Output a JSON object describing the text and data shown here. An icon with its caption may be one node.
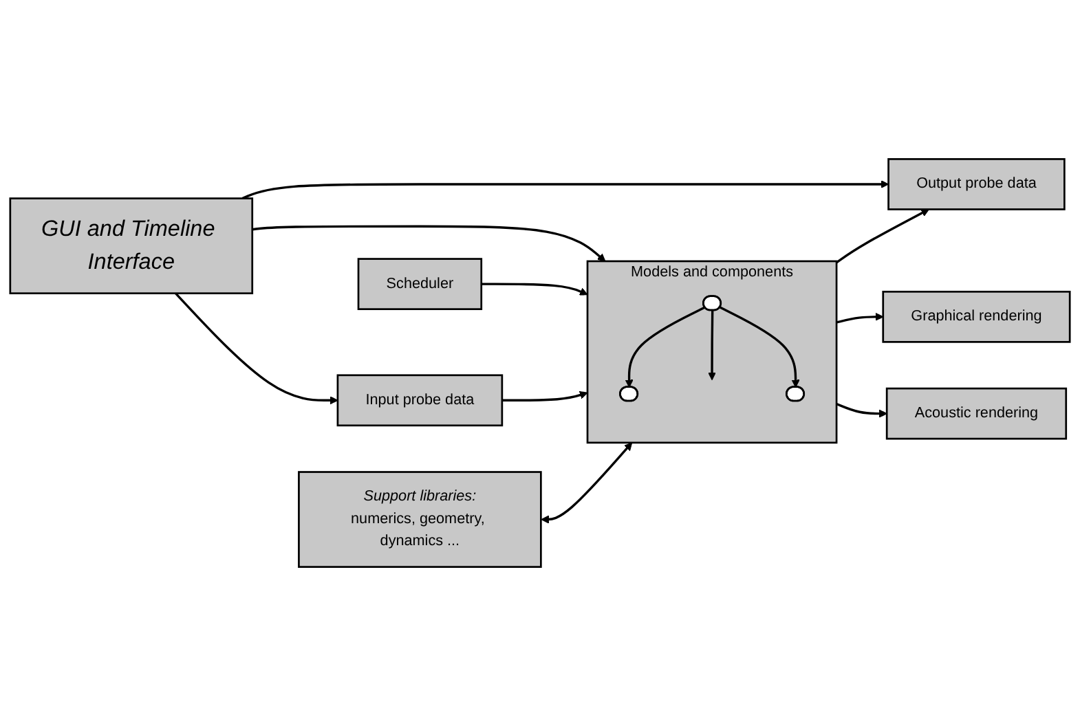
{
  "diagram": {
    "nodes": [
      {
        "text": [
          "GUI and Timeline Interface"
        ]
      },
      {
        "text": [
          "Scheduler"
        ]
      },
      {
        "text": [
          "Input probe data"
        ]
      },
      {
        "text": [
          "Models and components"
        ]
      },
      {
        "text": [
          "Output probe data"
        ]
      },
      {
        "text": [
          "Support libraries:",
          "numerics, geometry, dynamics ..."
        ]
      },
      {
        "text": [
          "Graphical rendering"
        ]
      },
      {
        "text": [
          "Acoustic rendering"
        ]
      },
      {
        "text": [],
        "shape": "circle",
        "in": 3
      },
      {
        "text": [],
        "shape": "circle",
        "in": 3
      },
      {
        "text": [],
        "shape": "circle",
        "in": 3
      }
    ],
    "edges": [
      {
        "from": 0,
        "to": 2,
        "arrow": "to"
      },
      {
        "from": 0,
        "to": 3,
        "arrow": "to"
      },
      {
        "from": 0,
        "to": 4,
        "arrow": "to"
      },
      {
        "from": 1,
        "to": 3,
        "arrow": "to"
      },
      {
        "from": 2,
        "to": 3,
        "arrow": "to"
      },
      {
        "from": 3,
        "to": 4,
        "arrow": "to"
      },
      {
        "from": 3,
        "to": 6,
        "arrow": "to"
      },
      {
        "from": 3,
        "to": 7,
        "arrow": "to"
      },
      {
        "from": 5,
        "to": 3,
        "arrow": "both"
      },
      {
        "from": 8,
        "to": 9,
        "arrow": "to"
      },
      {
        "from": 8,
        "to": null,
        "arrow": "to"
      },
      {
        "from": 8,
        "to": 10,
        "arrow": "to"
      }
    ]
  }
}
